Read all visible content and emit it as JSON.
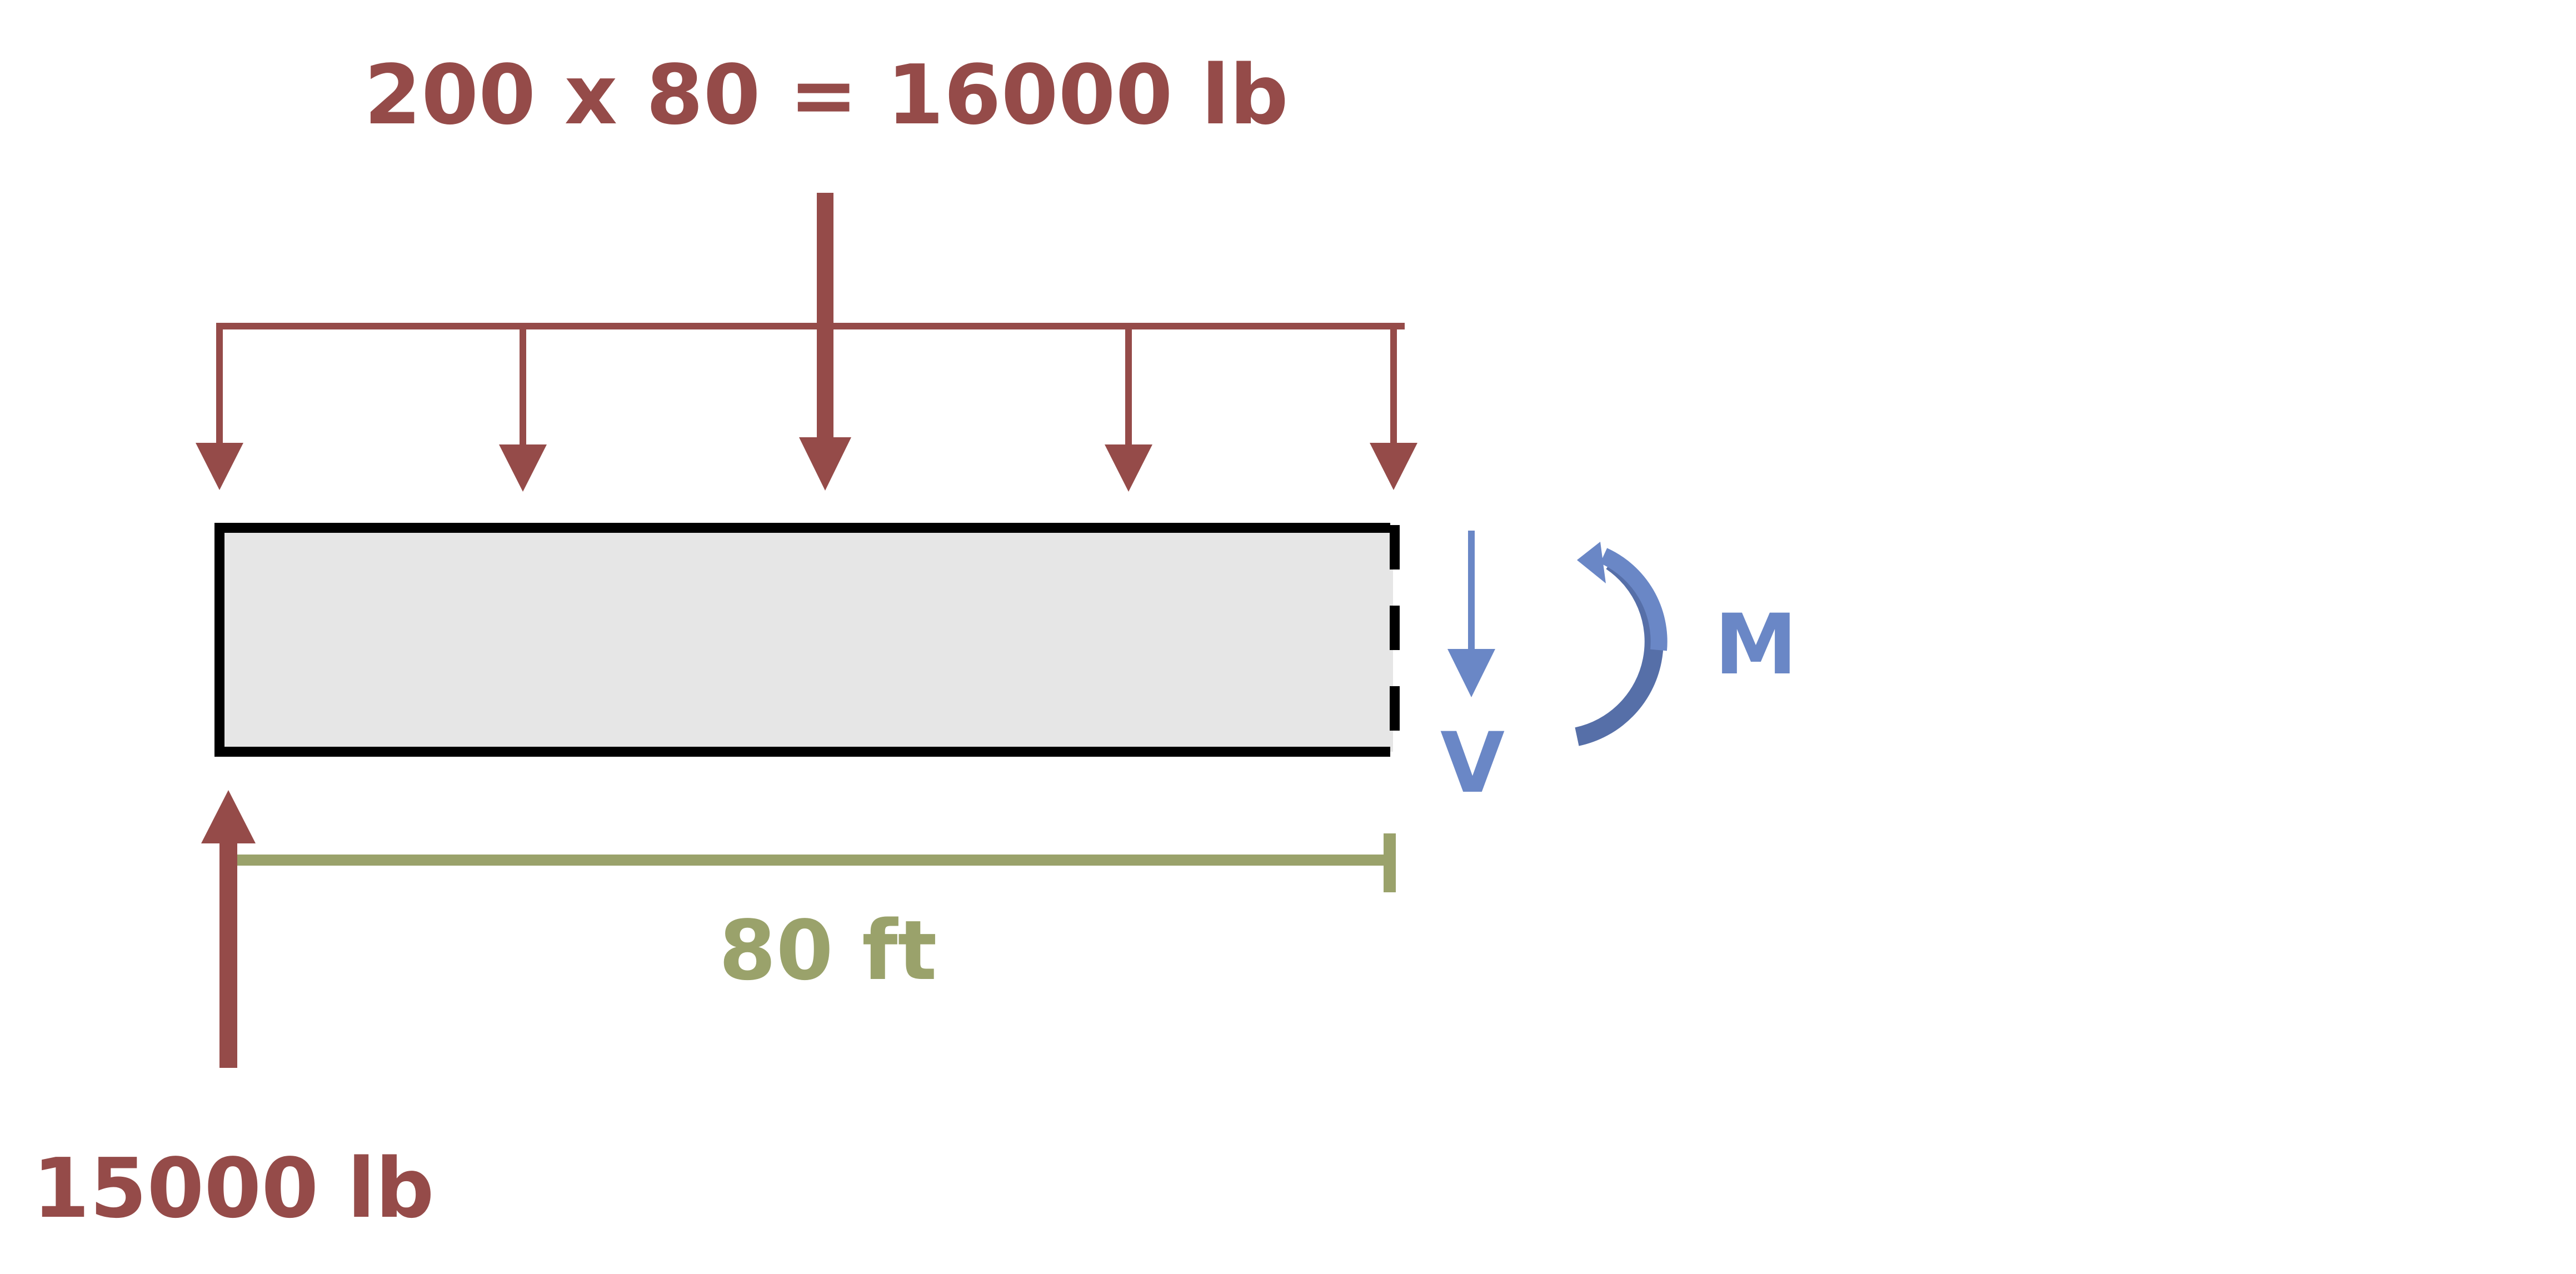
{
  "labels": {
    "resultant_load": "200 x 80 = 16000 lb",
    "reaction": "15000 lb",
    "span": "80 ft",
    "shear": "V",
    "moment": "M"
  },
  "colors": {
    "load": "#954b49",
    "dimension": "#9aa26b",
    "internal": "#6a87c6",
    "internal_dark": "#566fa8",
    "beam_fill": "#e6e6e6",
    "beam_outline": "#000000"
  },
  "icons": {
    "distributed_load": "down-arrow-icon",
    "resultant_load": "down-arrow-icon",
    "reaction": "up-arrow-icon",
    "shear": "down-arrow-icon",
    "moment": "curved-arrow-icon"
  }
}
